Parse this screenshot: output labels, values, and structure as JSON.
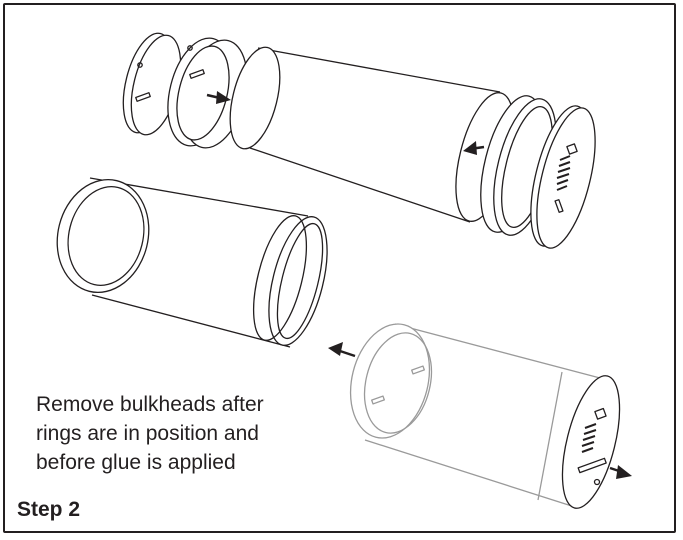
{
  "instruction_lines": [
    "Remove bulkheads after",
    "rings are in position and",
    "before glue is applied"
  ],
  "step_label": "Step 2",
  "colors": {
    "ink": "#231f20",
    "ghost": "#9a9a9a"
  },
  "icons": [
    "bulkhead-disc",
    "coupler-ring",
    "body-tube",
    "arrow-right",
    "arrow-left"
  ]
}
